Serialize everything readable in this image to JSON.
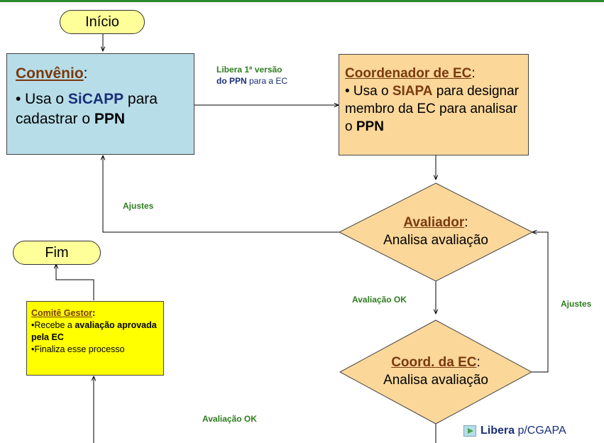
{
  "start": {
    "label": "Início"
  },
  "end": {
    "label": "Fim"
  },
  "convenio": {
    "title": "Convênio",
    "colon": ":",
    "bullet": "• Usa o ",
    "system": "SiCAPP",
    "rest": " para cadastrar o ",
    "doc": "PPN"
  },
  "coordenador": {
    "title": "Coordenador de EC",
    "colon": ":",
    "bullet": "• Usa o ",
    "system": "SIAPA",
    "rest": " para designar membro da EC para analisar o ",
    "doc": "PPN"
  },
  "avaliador": {
    "title": "Avaliador",
    "colon": ":",
    "text": "Analisa avaliação"
  },
  "coord_ec": {
    "title": "Coord. da EC",
    "colon": ":",
    "text": "Analisa avaliação"
  },
  "comite": {
    "title": "Comitê Gestor",
    "colon": ":",
    "line1_prefix": "•Recebe a ",
    "line1_bold": "avaliação aprovada pela EC",
    "line2": "•Finaliza esse processo"
  },
  "labels": {
    "libera_line1": "Libera 1ª versão",
    "libera_bold": "do PPN",
    "libera_plain": " para a EC",
    "ajustes_left": "Ajustes",
    "ajustes_right": "Ajustes",
    "avaliacao_ok_1": "Avaliação OK",
    "avaliacao_ok_2": "Avaliação OK"
  },
  "nav": {
    "bold": "Libera",
    "plain": " p/CGAPA",
    "icon": "play-icon"
  },
  "colors": {
    "green_label": "#2e7d1f",
    "heading_brown": "#7a3a0e",
    "highlight_blue": "#1a2f78",
    "blue_box": "#b7dde8",
    "tan_box": "#fbd79a",
    "yellow_box": "#ffff00",
    "terminal": "#ffff99"
  }
}
